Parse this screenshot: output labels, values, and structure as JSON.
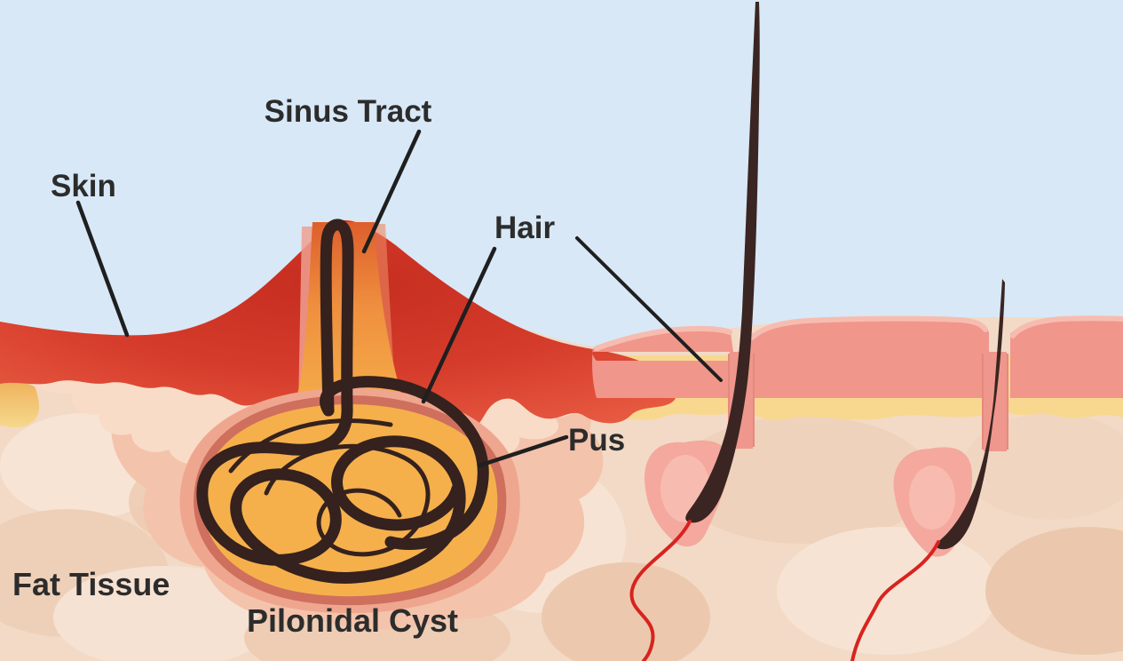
{
  "diagram": {
    "labels": {
      "sinus_tract": "Sinus Tract",
      "skin": "Skin",
      "hair": "Hair",
      "pus": "Pus",
      "fat_tissue": "Fat Tissue",
      "pilonidal_cyst": "Pilonidal Cyst"
    },
    "colors": {
      "background_sky": "#d8e8f6",
      "inflamed_skin_red": "#d63c2b",
      "epidermis_pink": "#f0968b",
      "epidermis_highlight": "#f7bcb0",
      "dermis_yellow": "#f8d88f",
      "fat_tissue_base": "#f2dac6",
      "cyst_pus_orange": "#f5b04c",
      "cyst_rim": "#cf6f5e",
      "sinus_tract_orange": "#e0632e",
      "hair_dark_brown": "#35211d",
      "follicle_pink": "#f5a89e",
      "blood_vessel_red": "#d8231f",
      "label_text": "#2c2c2c",
      "pointer_line": "#1f1f1f"
    }
  }
}
